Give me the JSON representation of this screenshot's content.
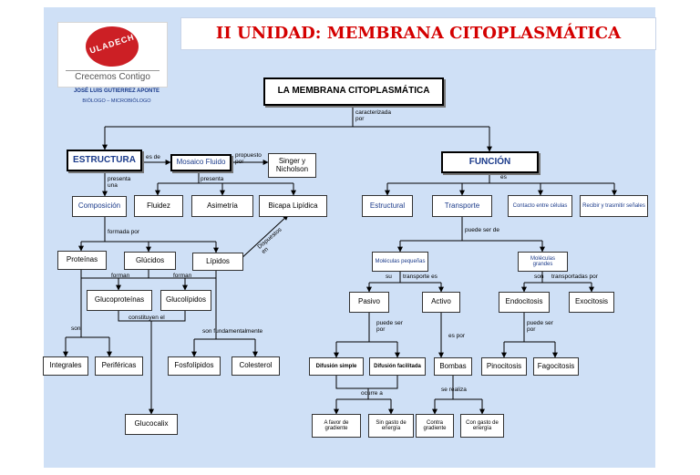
{
  "header": {
    "title": "II UNIDAD: MEMBRANA CITOPLASMÁTICA"
  },
  "logo": {
    "word": "ULADECH",
    "slogan": "Crecemos Contigo"
  },
  "author": {
    "name": "JOSÉ LUIS GUTIERREZ APONTE",
    "role": "BIÓLOGO – MICROBIÓLOGO"
  },
  "map": {
    "root": "LA MEMBRANA CITOPLASMÁTICA",
    "estructura": "ESTRUCTURA",
    "funcion": "FUNCIÓN",
    "mosaico": "Mosaico Fluido",
    "singer": "Singer y Nicholson",
    "composicion": "Composición",
    "fluidez": "Fluidez",
    "asimetria": "Asimetría",
    "bicapa": "Bicapa Lipídica",
    "proteinas": "Proteínas",
    "glucidos": "Glúcidos",
    "lipidos": "Lípidos",
    "glucoproteinas": "Glucoproteínas",
    "glucolipidos": "Glucolípidos",
    "integrales": "Integrales",
    "perifericas": "Periféricas",
    "fosfolipidos": "Fosfolípidos",
    "colesterol": "Colesterol",
    "glucocalix": "Glucocalix",
    "estructural": "Estructural",
    "transporte": "Transporte",
    "contacto": "Contacto entre células",
    "recibir": "Recibir y trasmitir señales",
    "mol_peq": "Moléculas pequeñas",
    "mol_gra": "Moléculas grandes",
    "pasivo": "Pasivo",
    "activo": "Activo",
    "endocitosis": "Endocitosis",
    "exocitosis": "Exocitosis",
    "dif_simple": "Difusión simple",
    "dif_facil": "Difusión facilitada",
    "bombas": "Bombas",
    "pinocitosis": "Pinocitosis",
    "fagocitosis": "Fagocitosis",
    "favor": "A favor de gradiente",
    "sin_gasto": "Sin gasto de energía",
    "contra": "Contra gradiente",
    "con_gasto": "Con gasto de energía"
  },
  "links": {
    "caracterizada": "caracterizada por",
    "es_de": "es de",
    "propuesto": "propuesto por",
    "presenta_una": "presenta una",
    "presenta": "presenta",
    "formada_por": "formada por",
    "forman_1": "forman",
    "forman_2": "forman",
    "constituyen": "constituyen el",
    "son_1": "son",
    "son_fund": "son fundamentalmente",
    "dispuestos": "Dispuestos en",
    "es": "es",
    "puede_ser_de": "puede ser de",
    "su": "su",
    "transporte_es": "transporte es",
    "son_2": "son",
    "transportadas": "transportadas por",
    "puede_ser_por_1": "puede ser por",
    "es_por": "es por",
    "puede_ser_por_2": "puede ser por",
    "ocurre": "ocurre a",
    "se_realiza": "se realiza"
  }
}
